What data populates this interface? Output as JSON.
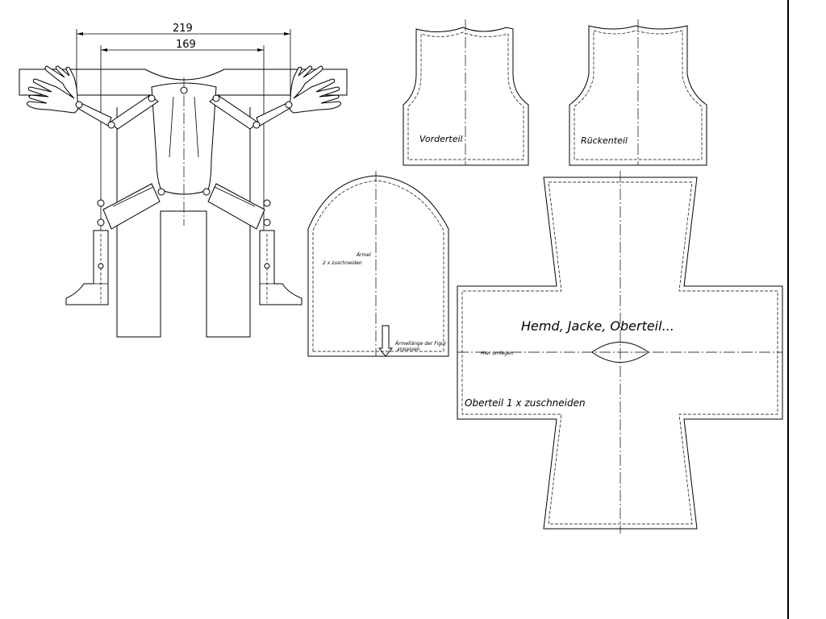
{
  "dimensions": {
    "outer_width": "219",
    "inner_width": "169"
  },
  "labels": {
    "front_piece": "Vorderteil",
    "back_piece": "Rückenteil",
    "sleeve_title": "Ärmel",
    "sleeve_cut": "2 x zuschneiden",
    "sleeve_note_1": "Ärmellänge der Figur",
    "sleeve_note_2": "anpassen",
    "main_title": "Hemd, Jacke, Oberteil...",
    "fold_note": "Hier umlegen",
    "body_cut": "Oberteil 1 x zuschneiden"
  }
}
